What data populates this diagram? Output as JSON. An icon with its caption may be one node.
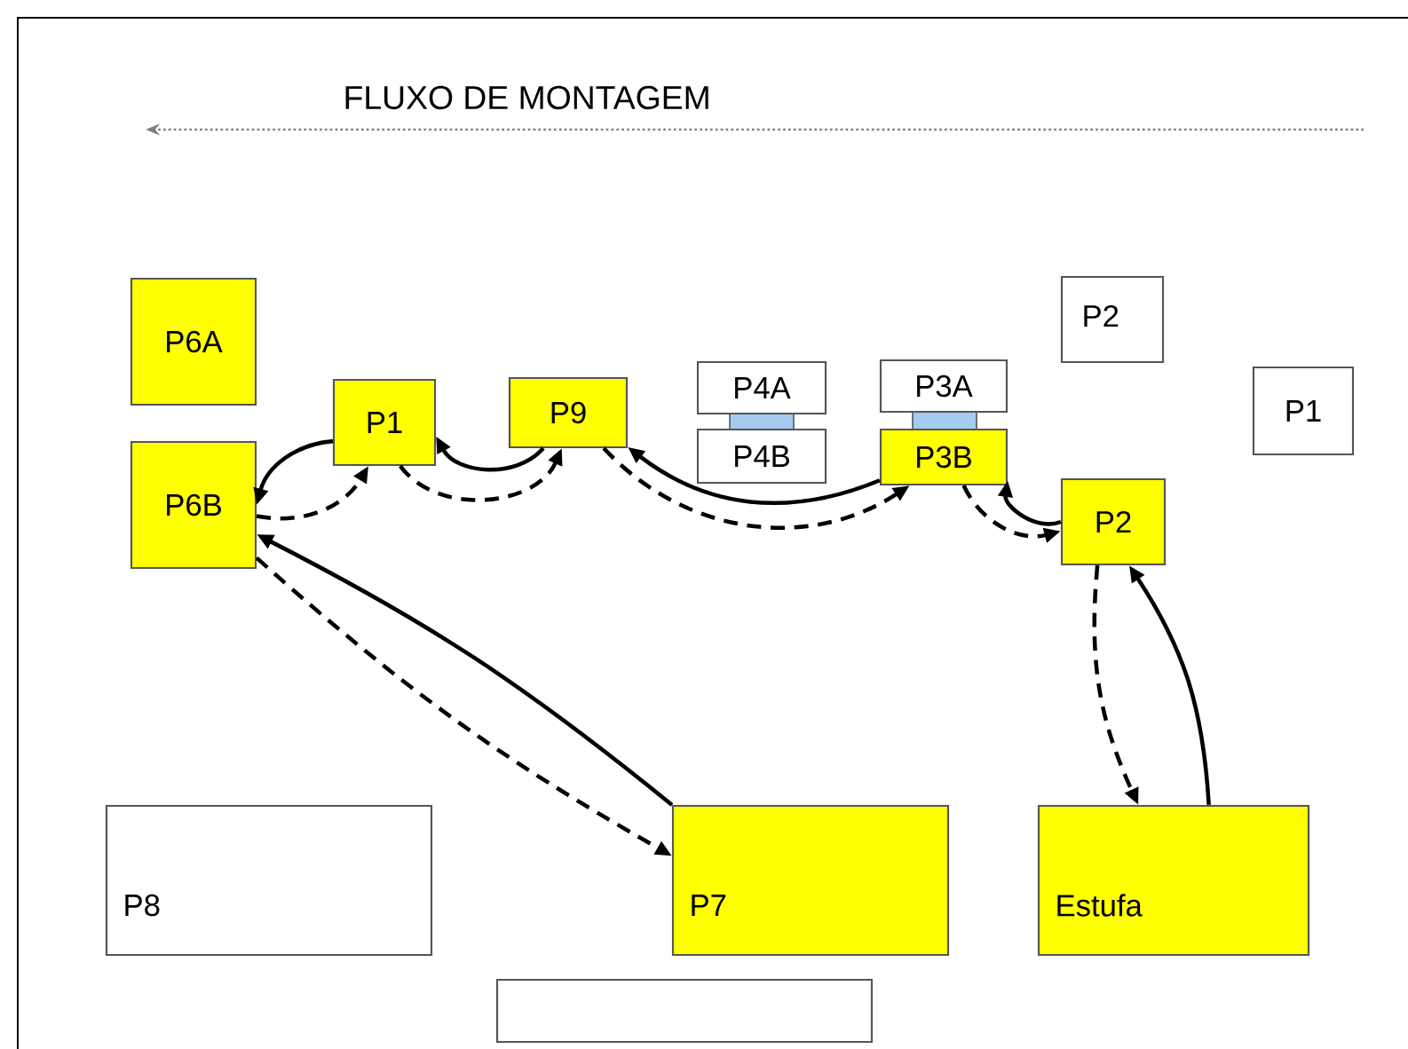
{
  "diagram": {
    "title": "FLUXO DE MONTAGEM",
    "nodes": [
      {
        "text": [
          "P2"
        ]
      },
      {
        "text": [
          "P6A"
        ]
      },
      {
        "text": [
          "P1"
        ]
      },
      {
        "text": [
          "P4A"
        ]
      },
      {
        "text": [
          "P3A"
        ]
      },
      {
        "text": [
          "P1"
        ]
      },
      {
        "text": [
          "P9"
        ]
      },
      {
        "text": [
          "P4B"
        ]
      },
      {
        "text": [
          "P3B"
        ]
      },
      {
        "text": [
          "P6B"
        ]
      },
      {
        "text": [
          "P2"
        ]
      },
      {
        "text": [
          "P8"
        ]
      },
      {
        "text": [
          "P7"
        ]
      },
      {
        "text": [
          "Estufa"
        ]
      },
      {
        "text": [],
        "shape": "box"
      }
    ],
    "edges": [
      {
        "from": 5,
        "to": 9,
        "arrow": "to"
      },
      {
        "from": 9,
        "to": 5,
        "arrow": "to",
        "style": "dashed"
      },
      {
        "from": 6,
        "to": 5,
        "arrow": "to"
      },
      {
        "from": 5,
        "to": 6,
        "arrow": "to",
        "style": "dashed"
      },
      {
        "from": 8,
        "to": 6,
        "arrow": "to"
      },
      {
        "from": 6,
        "to": 8,
        "arrow": "to",
        "style": "dashed"
      },
      {
        "from": 10,
        "to": 8,
        "arrow": "to"
      },
      {
        "from": 8,
        "to": 10,
        "arrow": "to",
        "style": "dashed"
      },
      {
        "from": 10,
        "to": 13,
        "arrow": "to",
        "style": "dashed"
      },
      {
        "from": 13,
        "to": 10,
        "arrow": "to"
      },
      {
        "from": 12,
        "to": 9,
        "arrow": "to"
      },
      {
        "from": 9,
        "to": 12,
        "arrow": "to",
        "style": "dashed"
      }
    ]
  }
}
